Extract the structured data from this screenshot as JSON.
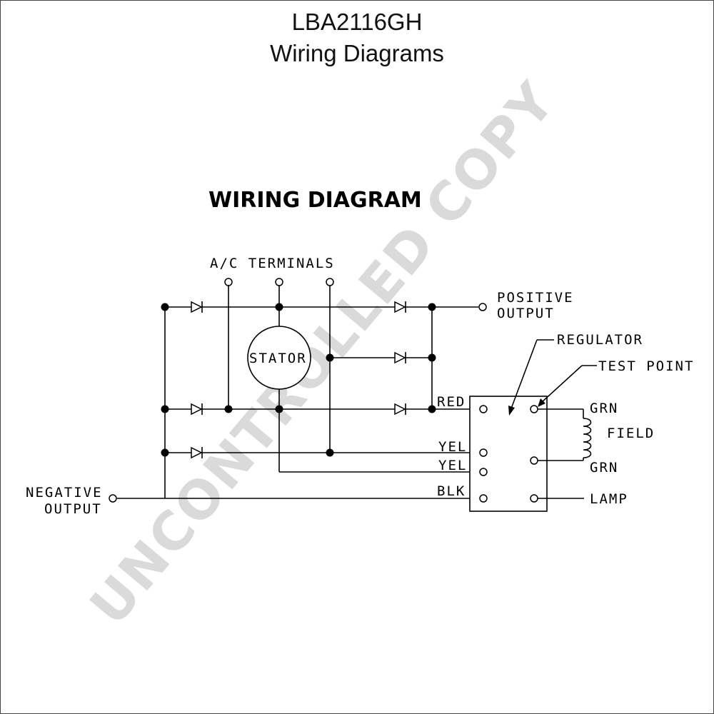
{
  "page": {
    "model": "LBA2116GH",
    "subtitle": "Wiring Diagrams"
  },
  "diagram": {
    "heading": "WIRING DIAGRAM",
    "ac_terminals": "A/C TERMINALS",
    "stator": "STATOR",
    "positive_output": [
      "POSITIVE",
      "OUTPUT"
    ],
    "negative_output": [
      "NEGATIVE",
      "OUTPUT"
    ],
    "regulator": "REGULATOR",
    "test_point": "TEST POINT",
    "field": "FIELD",
    "wires": {
      "red": "RED",
      "yel1": "YEL",
      "yel2": "YEL",
      "blk": "BLK",
      "grn_top": "GRN",
      "grn_bottom": "GRN",
      "lamp": "LAMP"
    }
  },
  "watermark": "UNCONTROLLED COPY"
}
